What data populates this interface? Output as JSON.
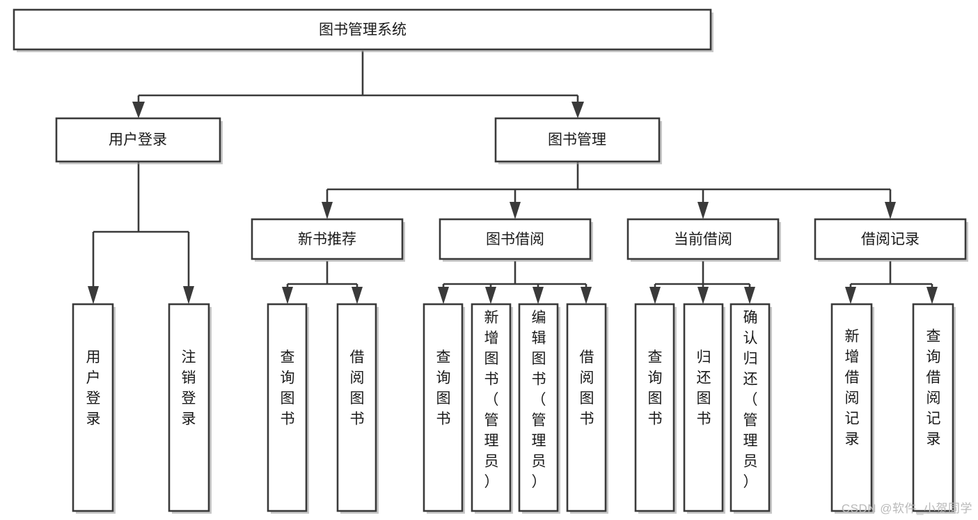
{
  "diagram": {
    "type": "tree-hierarchy",
    "title": "图书管理系统",
    "watermark": "CSDN @软件_小贺同学",
    "colors": {
      "stroke": "#3a3a3a",
      "fill": "#ffffff",
      "text": "#1a1a1a",
      "shadow": "#9a9a9a",
      "watermark": "#b9b9b9"
    },
    "root": {
      "id": "root",
      "label": "图书管理系统",
      "orientation": "horizontal"
    },
    "level1": [
      {
        "id": "user-login",
        "label": "用户登录",
        "orientation": "horizontal"
      },
      {
        "id": "book-management",
        "label": "图书管理",
        "orientation": "horizontal"
      }
    ],
    "level2": [
      {
        "id": "new-book-recommend",
        "label": "新书推荐",
        "parent": "book-management",
        "orientation": "horizontal"
      },
      {
        "id": "book-borrow",
        "label": "图书借阅",
        "parent": "book-management",
        "orientation": "horizontal"
      },
      {
        "id": "current-borrow",
        "label": "当前借阅",
        "parent": "book-management",
        "orientation": "horizontal"
      },
      {
        "id": "borrow-record",
        "label": "借阅记录",
        "parent": "book-management",
        "orientation": "horizontal"
      }
    ],
    "leaves": [
      {
        "id": "leaf-user-login",
        "label": "用户登录",
        "parent": "user-login",
        "orientation": "vertical"
      },
      {
        "id": "leaf-user-logout",
        "label": "注销登录",
        "parent": "user-login",
        "orientation": "vertical"
      },
      {
        "id": "leaf-query-book-1",
        "label": "查询图书",
        "parent": "new-book-recommend",
        "orientation": "vertical"
      },
      {
        "id": "leaf-borrow-book-1",
        "label": "借阅图书",
        "parent": "new-book-recommend",
        "orientation": "vertical"
      },
      {
        "id": "leaf-query-book-2",
        "label": "查询图书",
        "parent": "book-borrow",
        "orientation": "vertical"
      },
      {
        "id": "leaf-add-book",
        "label": "新增图书（管理员）",
        "parent": "book-borrow",
        "orientation": "vertical"
      },
      {
        "id": "leaf-edit-book",
        "label": "编辑图书（管理员）",
        "parent": "book-borrow",
        "orientation": "vertical"
      },
      {
        "id": "leaf-borrow-book-2",
        "label": "借阅图书",
        "parent": "book-borrow",
        "orientation": "vertical"
      },
      {
        "id": "leaf-query-book-3",
        "label": "查询图书",
        "parent": "current-borrow",
        "orientation": "vertical"
      },
      {
        "id": "leaf-return-book",
        "label": "归还图书",
        "parent": "current-borrow",
        "orientation": "vertical"
      },
      {
        "id": "leaf-confirm-return",
        "label": "确认归还（管理员）",
        "parent": "current-borrow",
        "orientation": "vertical"
      },
      {
        "id": "leaf-add-record",
        "label": "新增借阅记录",
        "parent": "borrow-record",
        "orientation": "vertical"
      },
      {
        "id": "leaf-query-record",
        "label": "查询借阅记录",
        "parent": "borrow-record",
        "orientation": "vertical"
      }
    ]
  }
}
